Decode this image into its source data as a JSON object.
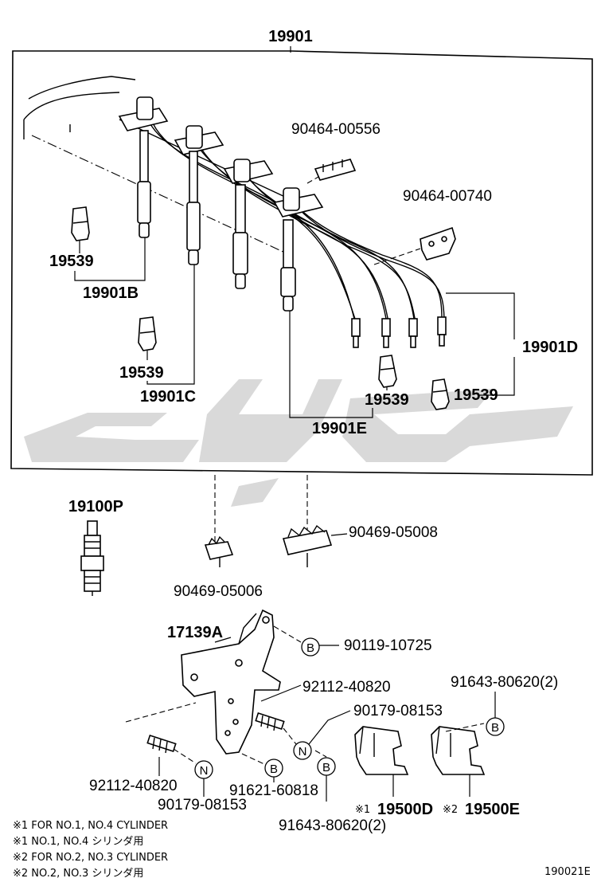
{
  "header": {
    "assembly_number": "19901"
  },
  "labels": {
    "clamp_a": "90464-00556",
    "clamp_b": "90464-00740",
    "cord_b": "19901B",
    "cord_c": "19901C",
    "cord_d": "19901D",
    "cord_e": "19901E",
    "boot_1": "19539",
    "boot_2": "19539",
    "boot_3": "19539",
    "boot_4": "19539",
    "spark_plug": "19100P",
    "holder_a": "90469-05006",
    "holder_b": "90469-05008",
    "bracket": "17139A",
    "bolt_1": "90119-10725",
    "stud_1": "92112-40820",
    "nut_1": "90179-08153",
    "stud_2": "92112-40820",
    "nut_2": "90179-08153",
    "washer": "91621-60818",
    "bolt_2": "91643-80620(2)",
    "bolt_3": "91643-80620(2)",
    "coil_d": "19500D",
    "coil_e": "19500E",
    "coil_d_mark": "※1",
    "coil_e_mark": "※2"
  },
  "circle_letters": {
    "b": "B",
    "n": "N"
  },
  "notes": [
    "※1 FOR NO.1, NO.4 CYLINDER",
    "※1 NO.1, NO.4 シリンダ用",
    "※2 FOR NO.2, NO.3 CYLINDER",
    "※2 NO.2, NO.3 シリンダ用"
  ],
  "footer": {
    "figure_code": "190021E"
  },
  "colors": {
    "ink": "#000000",
    "watermark": "#d9d9d9",
    "background": "#ffffff"
  }
}
